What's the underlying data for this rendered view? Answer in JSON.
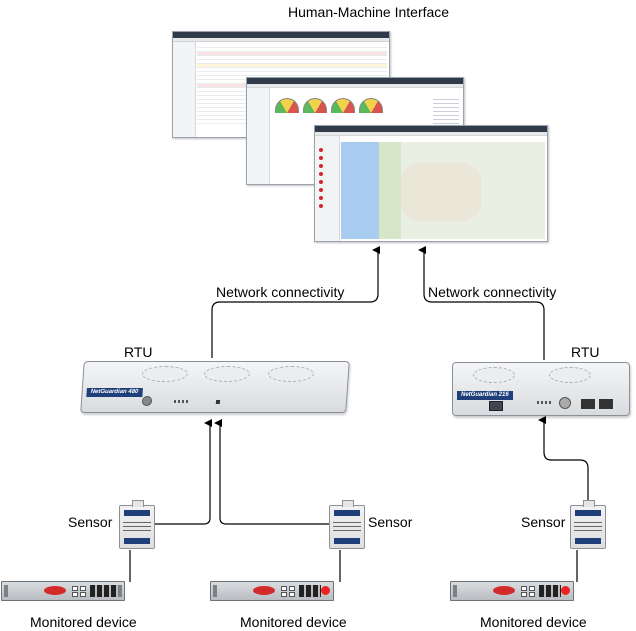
{
  "hmi": {
    "title": "Human-Machine Interface",
    "screens": [
      "hmi-event-list",
      "hmi-gauges",
      "hmi-map"
    ]
  },
  "connections": {
    "left_label": "Network connectivity",
    "right_label": "Network connectivity"
  },
  "rtus": [
    {
      "label": "RTU",
      "brand": "NetGuardian 480"
    },
    {
      "label": "RTU",
      "brand": "NetGuardian 216"
    }
  ],
  "sensors": [
    {
      "label": "Sensor"
    },
    {
      "label": "Sensor"
    },
    {
      "label": "Sensor"
    }
  ],
  "devices": [
    {
      "label": "Monitored device"
    },
    {
      "label": "Monitored device"
    },
    {
      "label": "Monitored device"
    }
  ]
}
